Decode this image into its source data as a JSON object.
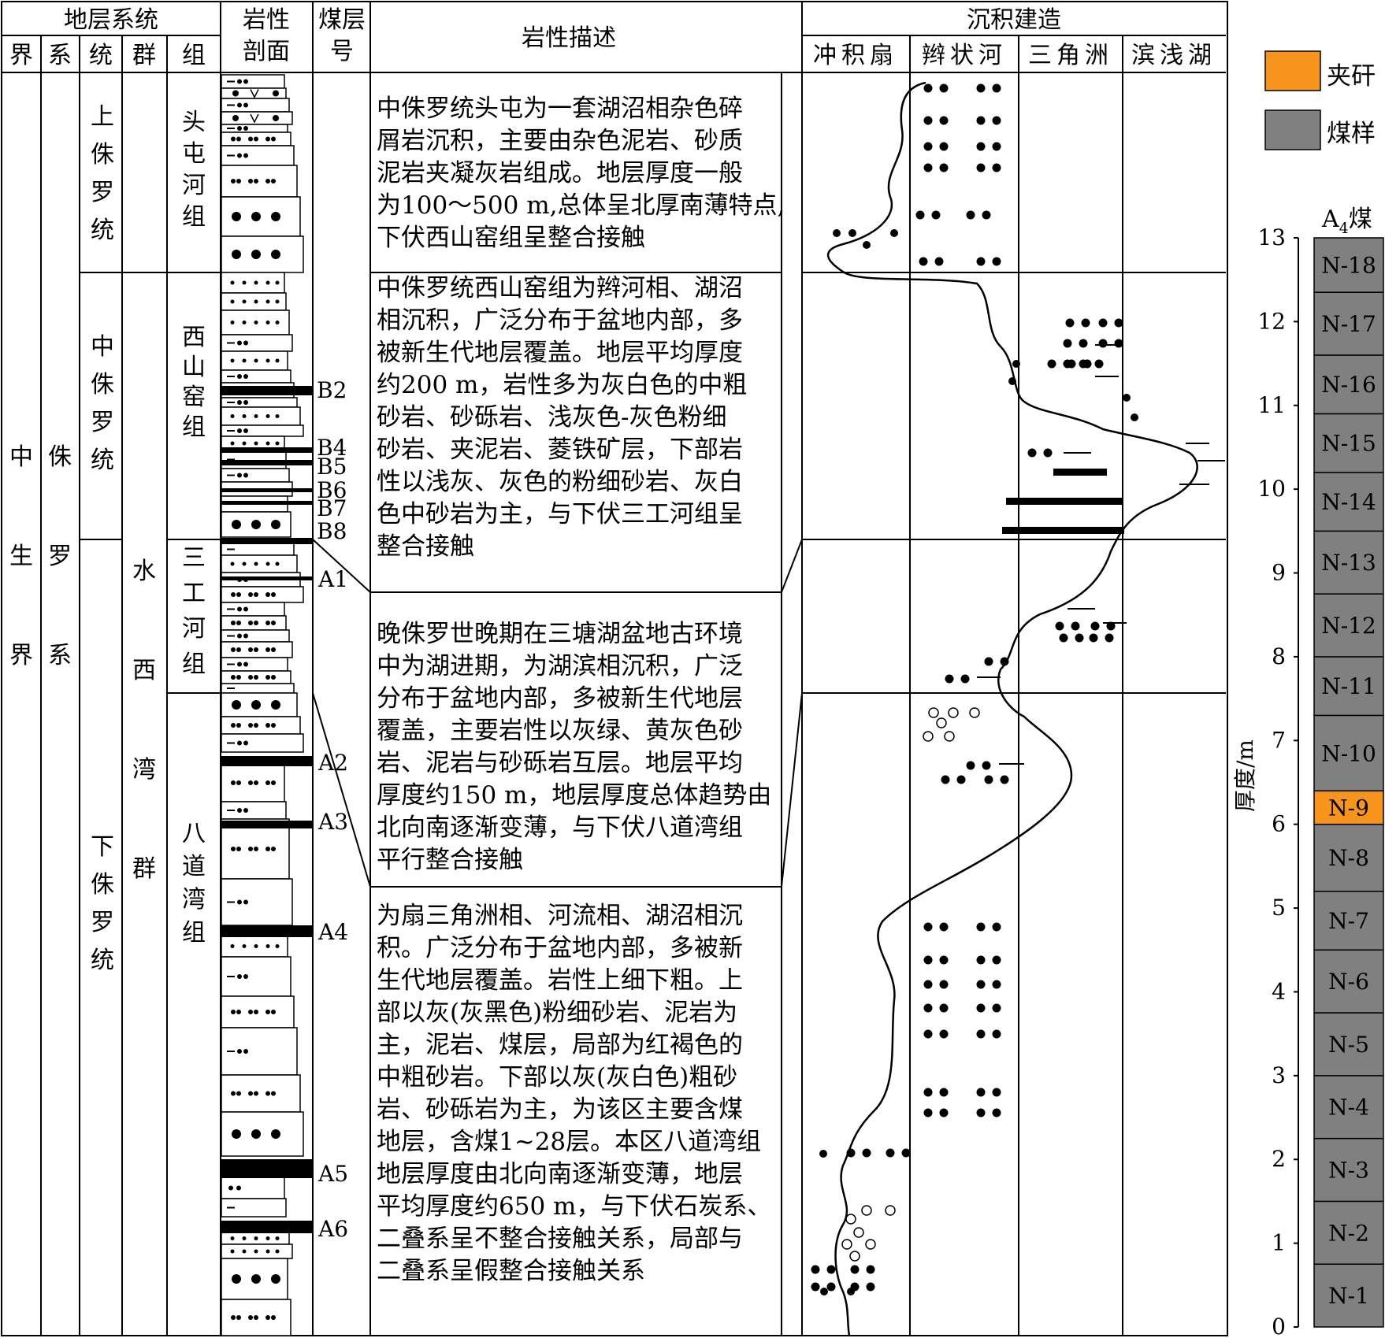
{
  "header": {
    "strata_system": "地层系统",
    "lithology_section": "岩性剖面",
    "lithology_section_line1": "岩性",
    "lithology_section_line2": "剖面",
    "coal_seam_no": "煤层号",
    "coal_seam_line1": "煤层",
    "coal_seam_line2": "号",
    "lithology_desc": "岩性描述",
    "sedimentary": "沉积建造",
    "sub_columns": [
      "界",
      "系",
      "统",
      "群",
      "组"
    ],
    "facies": [
      "冲积扇",
      "辫状河",
      "三角洲",
      "滨浅湖"
    ]
  },
  "strata": {
    "erathem": "中生界",
    "system": "侏罗系",
    "group": "水西湾群",
    "series": [
      "上侏罗统",
      "中侏罗统",
      "下侏罗统"
    ],
    "formations": [
      "头屯河组",
      "西山窑组",
      "三工河组",
      "八道湾组"
    ]
  },
  "coal_seams": [
    "B2",
    "B4",
    "B5",
    "B6",
    "B7",
    "B8",
    "A1",
    "A2",
    "A3",
    "A4",
    "A5",
    "A6"
  ],
  "descriptions": [
    [
      "中侏罗统头屯为一套湖沼相杂色碎",
      "屑岩沉积，主要由杂色泥岩、砂质",
      "泥岩夹凝灰岩组成。地层厚度一般",
      "为100～500 m,总体呈北厚南薄特点,",
      "下伏西山窑组呈整合接触"
    ],
    [
      "中侏罗统西山窑组为辫河相、湖沼",
      "相沉积，广泛分布于盆地内部，多",
      "被新生代地层覆盖。地层平均厚度",
      "约200 m，岩性多为灰白色的中粗",
      "砂岩、砂砾岩、浅灰色-灰色粉细",
      "砂岩、夹泥岩、菱铁矿层，下部岩",
      "性以浅灰、灰色的粉细砂岩、灰白",
      "色中砂岩为主，与下伏三工河组呈",
      "整合接触"
    ],
    [
      "晚侏罗世晚期在三塘湖盆地古环境",
      "中为湖进期，为湖滨相沉积，广泛",
      "分布于盆地内部，多被新生代地层",
      "覆盖，主要岩性以灰绿、黄灰色砂",
      "岩、泥岩与砂砾岩互层。地层平均",
      "厚度约150 m，地层厚度总体趋势由",
      "北向南逐渐变薄，与下伏八道湾组",
      "平行整合接触"
    ],
    [
      "为扇三角洲相、河流相、湖沼相沉",
      "积。广泛分布于盆地内部，多被新",
      "生代地层覆盖。岩性上细下粗。上",
      "部以灰(灰黑色)粉细砂岩、泥岩为",
      "主，泥岩、煤层，局部为红褐色的",
      "中粗砂岩。下部以灰(灰白色)粗砂",
      "岩、砂砾岩为主，为该区主要含煤",
      "地层，含煤1~28层。本区八道湾组",
      "地层厚度由北向南逐渐变薄，地层",
      "平均厚度约650 m，与下伏石炭系、",
      "二叠系呈不整合接触关系，局部与",
      "二叠系呈假整合接触关系"
    ]
  ],
  "legend": {
    "parting_label": "夹矸",
    "parting_color": "#F7941D",
    "sample_label": "煤样",
    "sample_color": "#808080"
  },
  "core": {
    "title": "A4煤",
    "title_main": "A",
    "title_sub": "4",
    "title_suffix": "煤",
    "axis_label": "厚度/m",
    "ticks": [
      0,
      1,
      2,
      3,
      4,
      5,
      6,
      7,
      8,
      9,
      10,
      11,
      12,
      13
    ],
    "samples": [
      {
        "label": "N-1",
        "from": 0.0,
        "to": 0.75,
        "type": "sample"
      },
      {
        "label": "N-2",
        "from": 0.75,
        "to": 1.5,
        "type": "sample"
      },
      {
        "label": "N-3",
        "from": 1.5,
        "to": 2.25,
        "type": "sample"
      },
      {
        "label": "N-4",
        "from": 2.25,
        "to": 3.0,
        "type": "sample"
      },
      {
        "label": "N-5",
        "from": 3.0,
        "to": 3.75,
        "type": "sample"
      },
      {
        "label": "N-6",
        "from": 3.75,
        "to": 4.5,
        "type": "sample"
      },
      {
        "label": "N-7",
        "from": 4.5,
        "to": 5.2,
        "type": "sample"
      },
      {
        "label": "N-8",
        "from": 5.2,
        "to": 6.0,
        "type": "sample"
      },
      {
        "label": "N-9",
        "from": 6.0,
        "to": 6.4,
        "type": "parting"
      },
      {
        "label": "N-10",
        "from": 6.4,
        "to": 7.3,
        "type": "sample"
      },
      {
        "label": "N-11",
        "from": 7.3,
        "to": 8.0,
        "type": "sample"
      },
      {
        "label": "N-12",
        "from": 8.0,
        "to": 8.75,
        "type": "sample"
      },
      {
        "label": "N-13",
        "from": 8.75,
        "to": 9.5,
        "type": "sample"
      },
      {
        "label": "N-14",
        "from": 9.5,
        "to": 10.2,
        "type": "sample"
      },
      {
        "label": "N-15",
        "from": 10.2,
        "to": 10.9,
        "type": "sample"
      },
      {
        "label": "N-16",
        "from": 10.9,
        "to": 11.6,
        "type": "sample"
      },
      {
        "label": "N-17",
        "from": 11.6,
        "to": 12.35,
        "type": "sample"
      },
      {
        "label": "N-18",
        "from": 12.35,
        "to": 13.0,
        "type": "sample"
      }
    ]
  }
}
